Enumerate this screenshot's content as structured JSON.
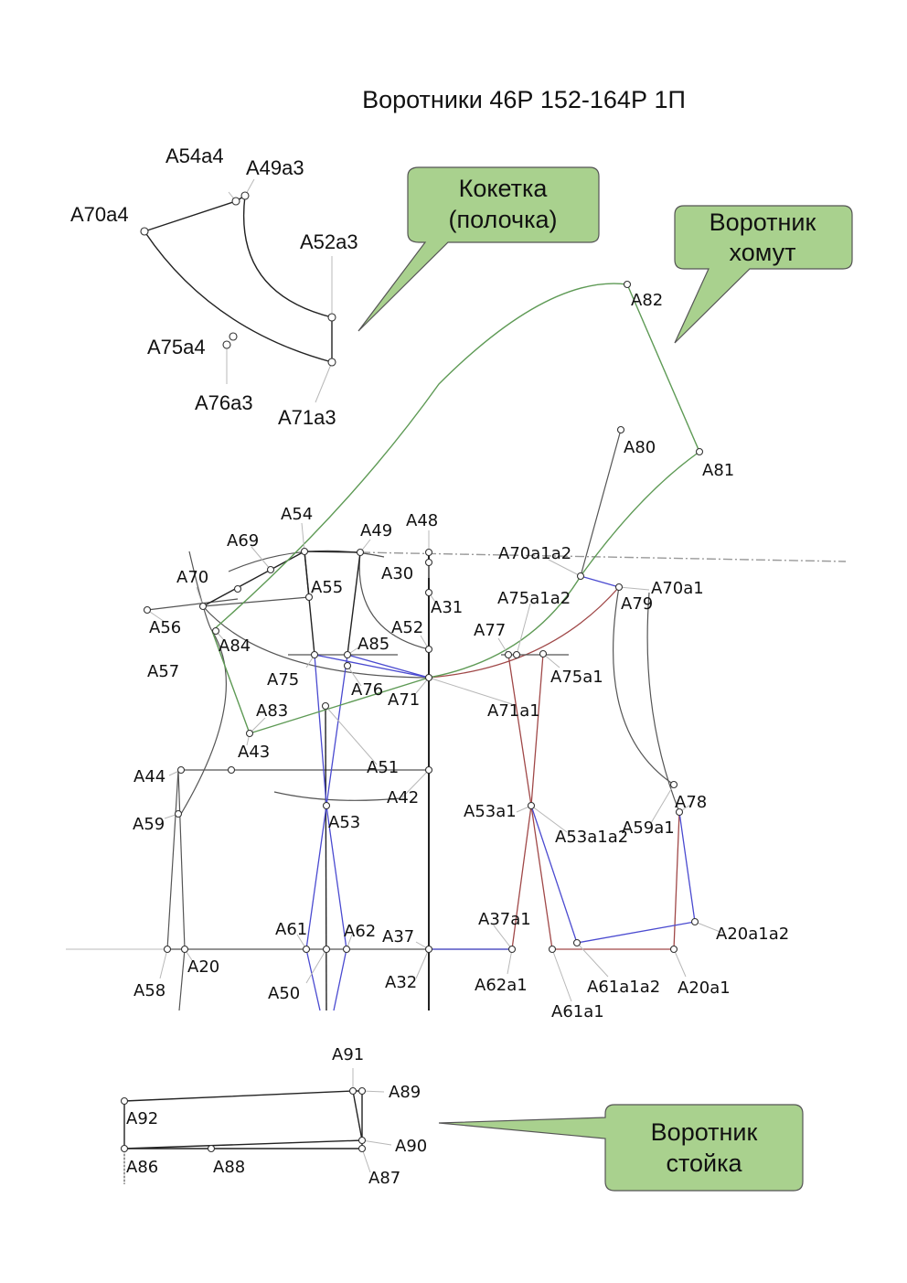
{
  "title": "Воротники 46Р 152-164Р 1П",
  "callouts": {
    "koketka": [
      "Кокетка",
      "(полочка)"
    ],
    "khomut": [
      "Воротник",
      "хомут"
    ],
    "stoika": [
      "Воротник",
      "стойка"
    ]
  },
  "labels": {
    "A54a4": "A54a4",
    "A49a3": "A49a3",
    "A70a4": "A70a4",
    "A52a3": "A52a3",
    "A75a4": "A75a4",
    "A76a3": "A76a3",
    "A71a3": "A71a3",
    "A82": "A82",
    "A80": "A80",
    "A81": "A81",
    "A54": "A54",
    "A69": "A69",
    "A49": "A49",
    "A48": "A48",
    "A70a1a2": "A70a1a2",
    "A70": "A70",
    "A55": "A55",
    "A30": "A30",
    "A79": "A79",
    "A70a1": "A70a1",
    "A56": "A56",
    "A31": "A31",
    "A75a1a2": "A75a1a2",
    "A84": "A84",
    "A52": "A52",
    "A77": "A77",
    "A57": "A57",
    "A85": "A85",
    "A75": "A75",
    "A76": "A76",
    "A71": "A71",
    "A75a1": "A75a1",
    "A83": "A83",
    "A71a1": "A71a1",
    "A43": "A43",
    "A51": "A51",
    "A44": "A44",
    "A42": "A42",
    "A78": "A78",
    "A53a1": "A53a1",
    "A59": "A59",
    "A53": "A53",
    "A53a1a2": "A53a1a2",
    "A59a1": "A59a1",
    "A37a1": "A37a1",
    "A61": "A61",
    "A62": "A62",
    "A37": "A37",
    "A20a1a2": "A20a1a2",
    "A20": "A20",
    "A58": "A58",
    "A50": "A50",
    "A32": "A32",
    "A62a1": "A62a1",
    "A61a1a2": "A61a1a2",
    "A20a1": "A20a1",
    "A61a1": "A61a1",
    "A91": "A91",
    "A89": "A89",
    "A92": "A92",
    "A90": "A90",
    "A86": "A86",
    "A88": "A88",
    "A87": "A87"
  },
  "colors": {
    "callout_fill": "#a9d18e",
    "green_line": "#5e9a55",
    "blue_line": "#4a4ad0",
    "red_line": "#a04848"
  }
}
